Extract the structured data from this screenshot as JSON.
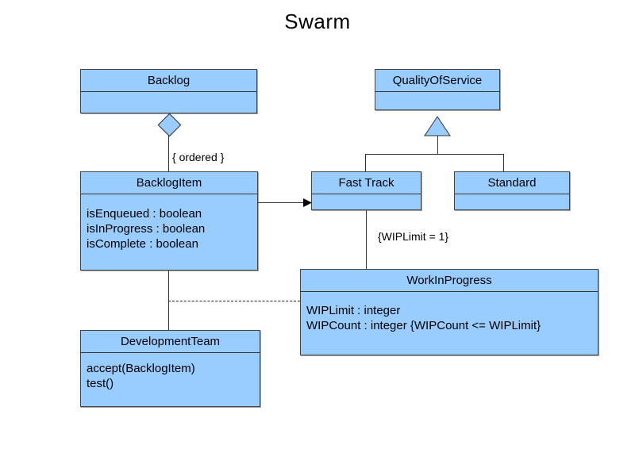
{
  "diagram": {
    "title": "Swarm",
    "type": "uml-class-diagram",
    "colors": {
      "class_fill": "#99ccff",
      "class_border": "#444444",
      "line": "#333333",
      "background": "#ffffff",
      "text": "#000000"
    },
    "classes": [
      {
        "id": "backlog",
        "name": "Backlog",
        "attributes": "",
        "operations": ""
      },
      {
        "id": "qualityofservice",
        "name": "QualityOfService",
        "attributes": "",
        "operations": ""
      },
      {
        "id": "backlogitem",
        "name": "BacklogItem",
        "attributes": "isEnqueued : boolean\nisInProgress : boolean\nisComplete : boolean",
        "operations": ""
      },
      {
        "id": "fasttrack",
        "name": "Fast Track",
        "attributes": "",
        "operations": ""
      },
      {
        "id": "standard",
        "name": "Standard",
        "attributes": "",
        "operations": ""
      },
      {
        "id": "workinprogress",
        "name": "WorkInProgress",
        "attributes": "WIPLimit : integer\nWIPCount : integer {WIPCount <= WIPLimit}",
        "operations": ""
      },
      {
        "id": "developmentteam",
        "name": "DevelopmentTeam",
        "attributes": "accept(BacklogItem)\ntest()",
        "operations": ""
      }
    ],
    "annotations": [
      {
        "id": "ordered",
        "text": "{ ordered }"
      },
      {
        "id": "wiplimit",
        "text": "{WIPLimit = 1}"
      }
    ],
    "relationships": [
      {
        "id": "backlog-aggregates-backlogitem",
        "kind": "aggregation",
        "from": "backlog",
        "to": "backlogitem",
        "label": "{ ordered }"
      },
      {
        "id": "fasttrack-generalizes-qos",
        "kind": "generalization",
        "from": "fasttrack",
        "to": "qualityofservice"
      },
      {
        "id": "standard-generalizes-qos",
        "kind": "generalization",
        "from": "standard",
        "to": "qualityofservice"
      },
      {
        "id": "backlogitem-association-fasttrack",
        "kind": "directed-association",
        "from": "backlogitem",
        "to": "fasttrack"
      },
      {
        "id": "fasttrack-association-workinprogress",
        "kind": "association",
        "from": "fasttrack",
        "to": "workinprogress",
        "label": "{WIPLimit = 1}"
      },
      {
        "id": "backlogitem-association-developmentteam",
        "kind": "association",
        "from": "backlogitem",
        "to": "developmentteam"
      },
      {
        "id": "developmentteam-dependency-workinprogress",
        "kind": "dependency",
        "from": "developmentteam",
        "to": "workinprogress"
      }
    ]
  }
}
